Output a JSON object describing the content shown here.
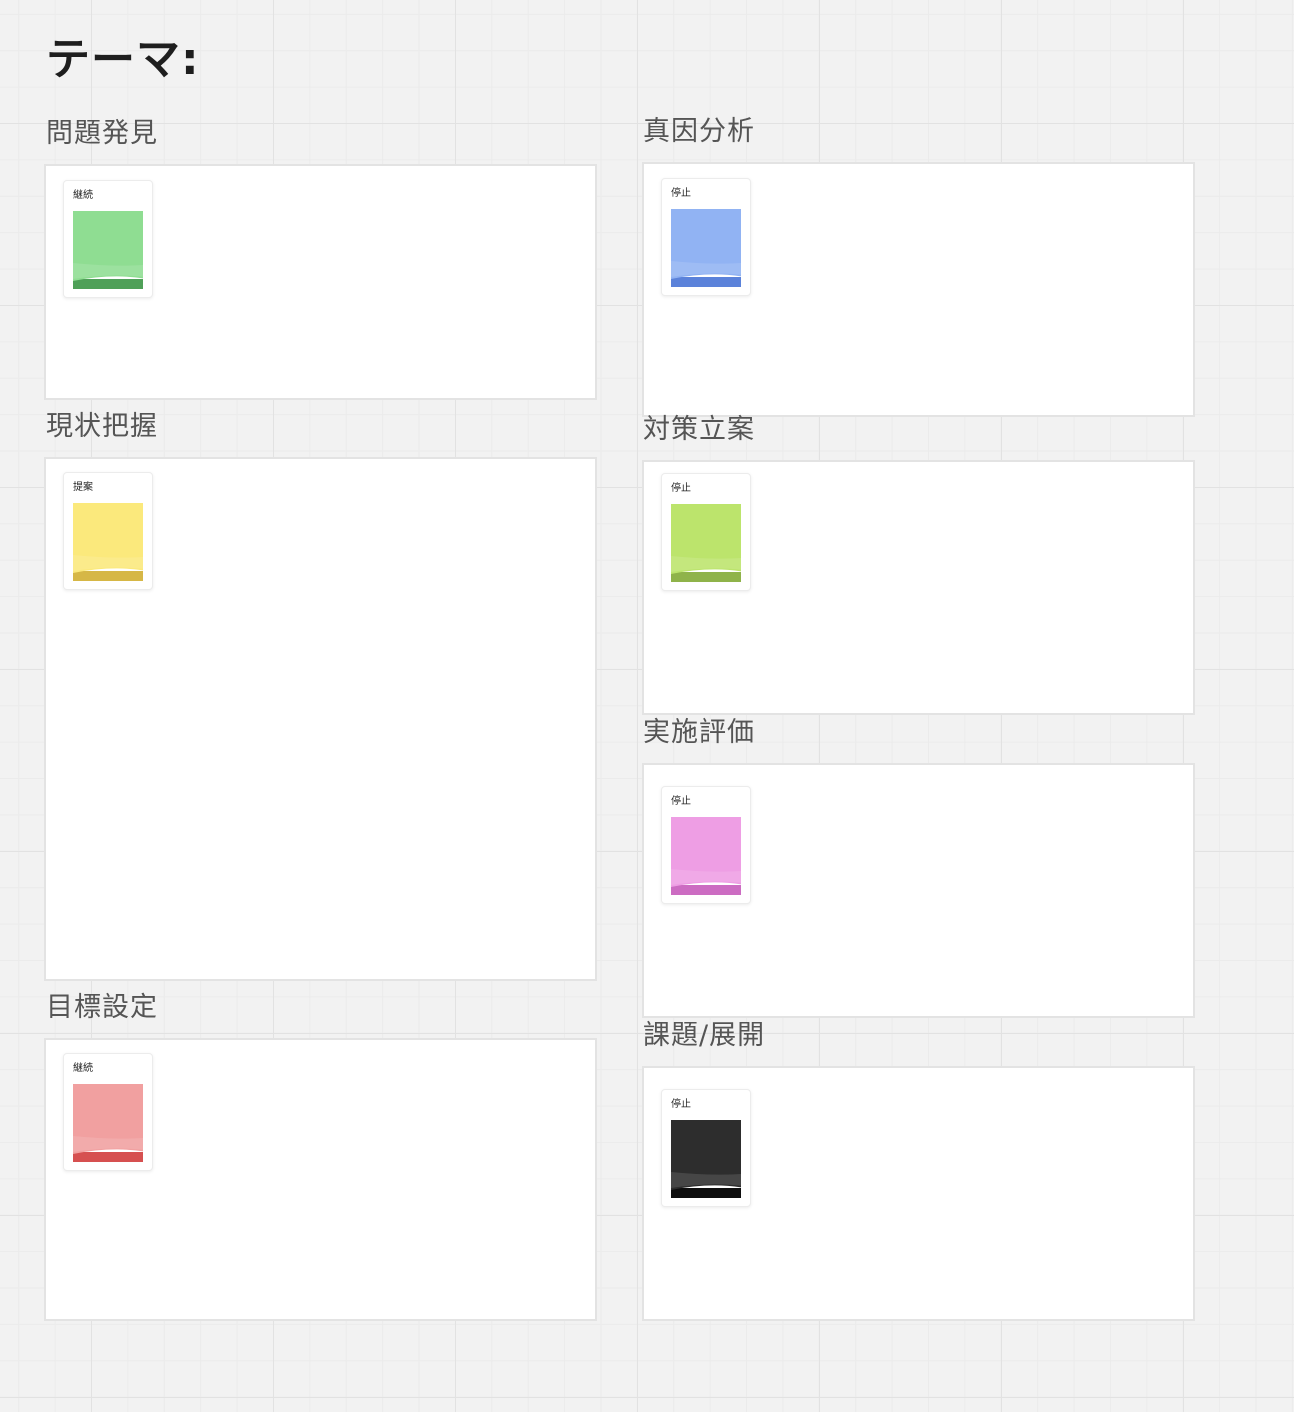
{
  "board": {
    "title": "テーマ:",
    "sections": [
      {
        "id": "s1",
        "label": "問題発見",
        "card_label": "継続",
        "color": "#8fdd92",
        "color_dark": "#4fa058"
      },
      {
        "id": "s2",
        "label": "現状把握",
        "card_label": "提案",
        "color": "#fbe97c",
        "color_dark": "#d6b746"
      },
      {
        "id": "s3",
        "label": "目標設定",
        "card_label": "継続",
        "color": "#f1a0a0",
        "color_dark": "#d65050"
      },
      {
        "id": "s4",
        "label": "真因分析",
        "card_label": "停止",
        "color": "#91b3f3",
        "color_dark": "#5b82da"
      },
      {
        "id": "s5",
        "label": "対策立案",
        "card_label": "停止",
        "color": "#bce46c",
        "color_dark": "#8fb34a"
      },
      {
        "id": "s6",
        "label": "実施評価",
        "card_label": "停止",
        "color": "#ee9ee4",
        "color_dark": "#cc6cc2"
      },
      {
        "id": "s7",
        "label": "課題/展開",
        "card_label": "停止",
        "color": "#2d2d2d",
        "color_dark": "#0e0e0e"
      }
    ]
  }
}
